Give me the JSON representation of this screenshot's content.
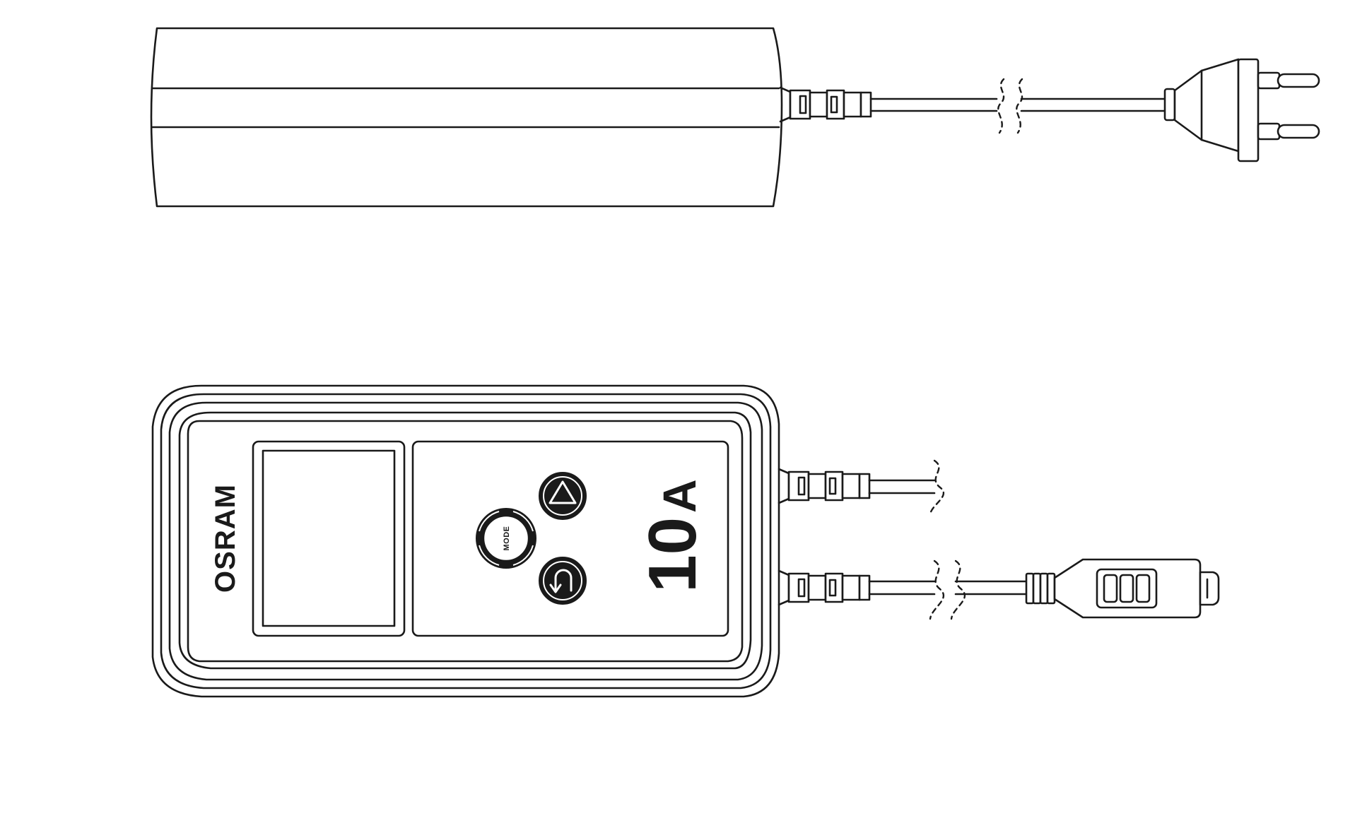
{
  "device": {
    "brand": "OSRAM",
    "rating_number": "10",
    "rating_unit": "A",
    "mode_button_label": "MODE"
  },
  "icons": {
    "up": "triangle-up-icon",
    "back": "return-arrow-icon",
    "mode": "mode-ring-icon"
  }
}
